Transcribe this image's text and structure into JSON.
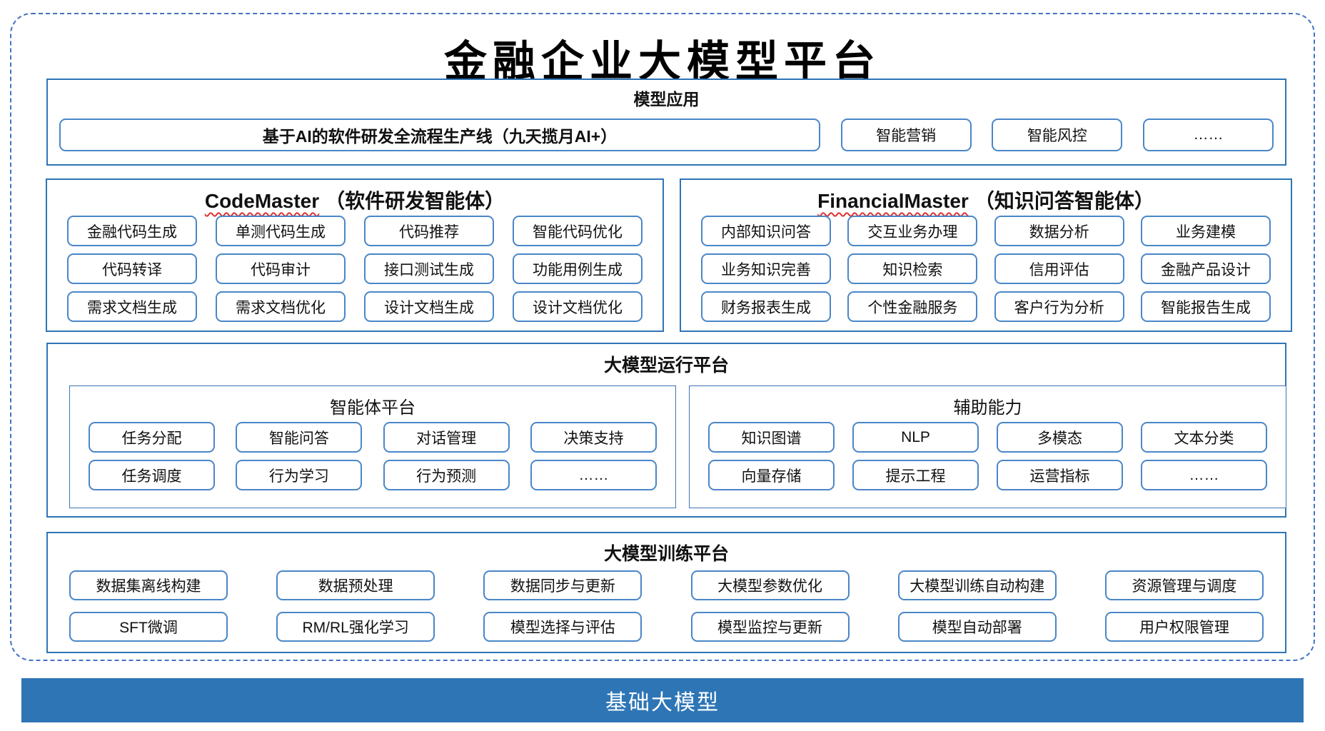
{
  "title": "金融企业大模型平台",
  "colors": {
    "section_border": "#2e75b6",
    "chip_border": "#4a86c8",
    "dashed_border": "#4472c4",
    "foundation_bar_bg": "#2e75b6",
    "foundation_bar_text": "#ffffff",
    "spellcheck_squiggle": "#e03131"
  },
  "model_app": {
    "header": "模型应用",
    "main_button": "基于AI的软件研发全流程生产线（九天揽月AI+）",
    "buttons": [
      "智能营销",
      "智能风控",
      "……"
    ]
  },
  "agents": [
    {
      "name_en": "CodeMaster",
      "name_zh": "（软件研发智能体）",
      "items": [
        [
          "金融代码生成",
          "单测代码生成",
          "代码推荐",
          "智能代码优化"
        ],
        [
          "代码转译",
          "代码审计",
          "接口测试生成",
          "功能用例生成"
        ],
        [
          "需求文档生成",
          "需求文档优化",
          "设计文档生成",
          "设计文档优化"
        ]
      ]
    },
    {
      "name_en": "FinancialMaster",
      "name_zh": "（知识问答智能体）",
      "items": [
        [
          "内部知识问答",
          "交互业务办理",
          "数据分析",
          "业务建模"
        ],
        [
          "业务知识完善",
          "知识检索",
          "信用评估",
          "金融产品设计"
        ],
        [
          "财务报表生成",
          "个性金融服务",
          "客户行为分析",
          "智能报告生成"
        ]
      ]
    }
  ],
  "runtime": {
    "header": "大模型运行平台",
    "subsections": [
      {
        "header": "智能体平台",
        "items": [
          [
            "任务分配",
            "智能问答",
            "对话管理",
            "决策支持"
          ],
          [
            "任务调度",
            "行为学习",
            "行为预测",
            "……"
          ]
        ]
      },
      {
        "header": "辅助能力",
        "items": [
          [
            "知识图谱",
            "NLP",
            "多模态",
            "文本分类"
          ],
          [
            "向量存储",
            "提示工程",
            "运营指标",
            "……"
          ]
        ]
      }
    ]
  },
  "training": {
    "header": "大模型训练平台",
    "items": [
      [
        "数据集离线构建",
        "数据预处理",
        "数据同步与更新",
        "大模型参数优化",
        "大模型训练自动构建",
        "资源管理与调度"
      ],
      [
        "SFT微调",
        "RM/RL强化学习",
        "模型选择与评估",
        "模型监控与更新",
        "模型自动部署",
        "用户权限管理"
      ]
    ]
  },
  "foundation_bar": "基础大模型"
}
